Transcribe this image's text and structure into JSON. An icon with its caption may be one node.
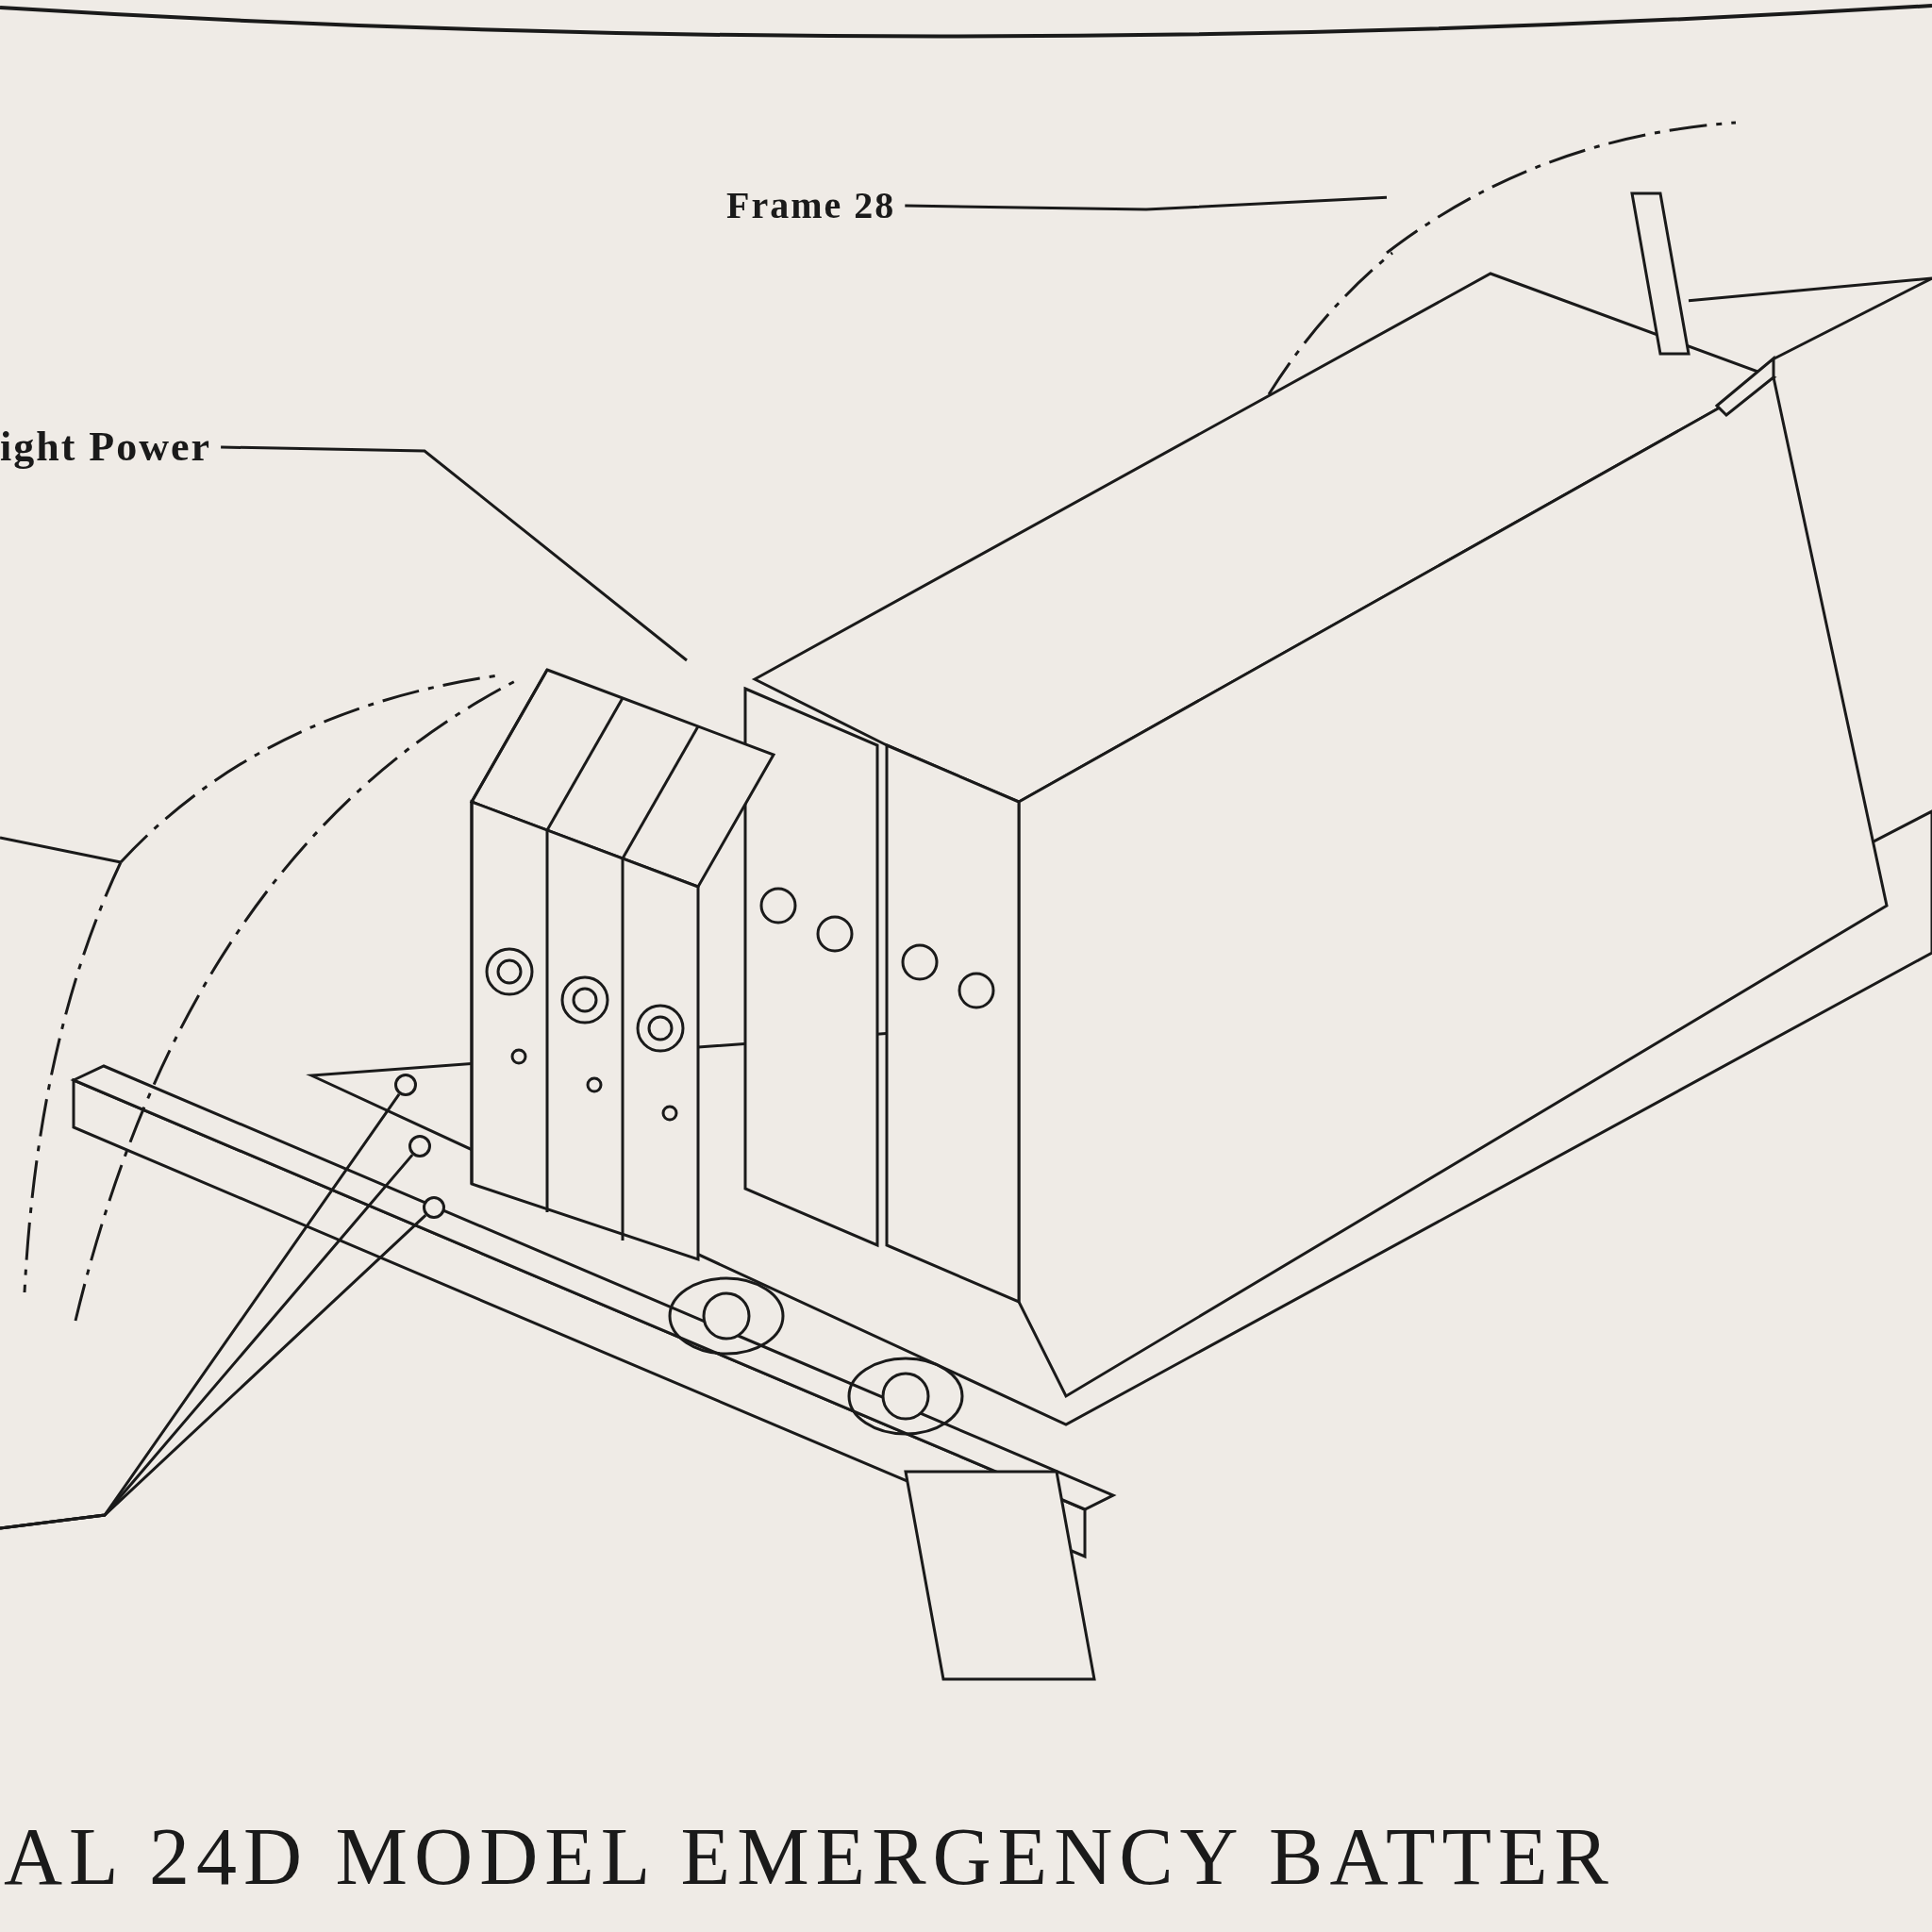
{
  "diagram": {
    "caption": "AL 24D MODEL EMERGENCY BATTER",
    "nodes": [
      {
        "text": [
          "Frame 28"
        ]
      },
      {
        "text": [],
        "shape": "picture"
      },
      {
        "text": [
          "ight Power"
        ]
      },
      {
        "text": [],
        "shape": "picture"
      },
      {
        "text": [],
        "shape": "picture"
      },
      {
        "text": [],
        "shape": "picture"
      },
      {
        "text": [],
        "shape": "picture"
      },
      {
        "text": [],
        "shape": "circle"
      },
      {
        "text": [],
        "shape": "circle"
      },
      {
        "text": [],
        "shape": "circle"
      }
    ],
    "edges": [
      {
        "from": 0,
        "to": 1,
        "arrow": "none"
      },
      {
        "from": 2,
        "to": 3,
        "arrow": "none"
      },
      {
        "from": null,
        "to": 4,
        "arrow": "none"
      },
      {
        "from": null,
        "to": 5,
        "arrow": "none"
      },
      {
        "from": null,
        "to": 6,
        "arrow": "none"
      },
      {
        "from": null,
        "to": 7,
        "arrow": "none"
      },
      {
        "from": null,
        "to": 8,
        "arrow": "none"
      },
      {
        "from": null,
        "to": 9,
        "arrow": "none"
      }
    ]
  }
}
